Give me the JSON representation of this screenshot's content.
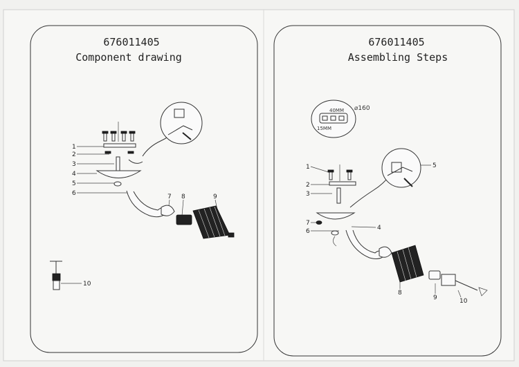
{
  "left_panel": {
    "model": "676011405",
    "title": "Component drawing",
    "callouts": [
      "1",
      "2",
      "3",
      "4",
      "5",
      "6",
      "7",
      "8",
      "9",
      "10"
    ]
  },
  "right_panel": {
    "model": "676011405",
    "title": "Assembling Steps",
    "callouts": [
      "1",
      "2",
      "3",
      "4",
      "5",
      "6",
      "7",
      "8",
      "9",
      "10"
    ],
    "dimensions": {
      "height": "40MM",
      "width": "15MM",
      "diameter": "⌀160"
    }
  }
}
